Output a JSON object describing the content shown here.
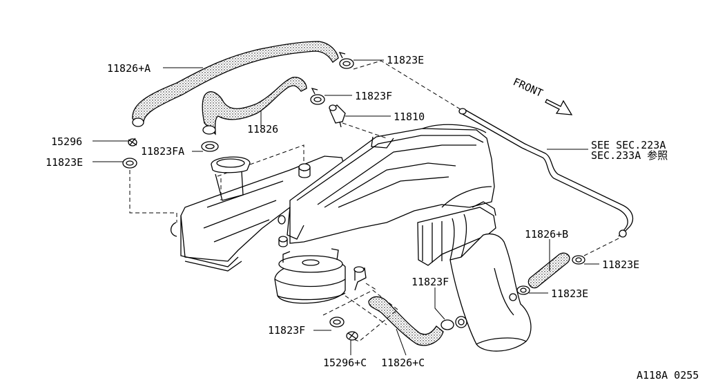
{
  "labels": {
    "hose_a": "11826+A",
    "clamp_e_top": "11823E",
    "clamp_f_top": "11823F",
    "valve": "11810",
    "hose_main": "11826",
    "part_15296": "15296",
    "clamp_fa": "11823FA",
    "clamp_e_left": "11823E",
    "front": "FRONT",
    "see_sec_1": "SEE SEC.223A",
    "see_sec_2": "SEC.233A 参照",
    "hose_b": "11826+B",
    "clamp_e_right_1": "11823E",
    "clamp_f_mid": "11823F",
    "clamp_e_right_2": "11823E",
    "clamp_f_bottom": "11823F",
    "part_15296_c": "15296+C",
    "hose_c": "11826+C",
    "diagram_code": "A118A 0255"
  }
}
